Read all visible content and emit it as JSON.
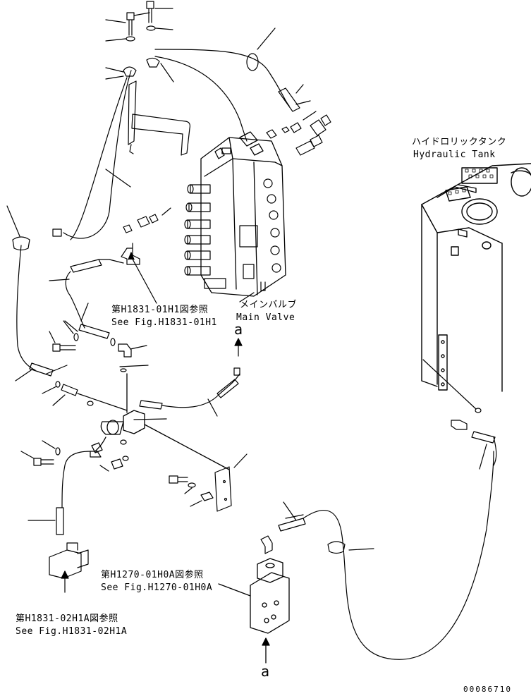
{
  "diagram": {
    "labels": {
      "ref_1831_01h1_jp": "第H1831-01H1図参照",
      "ref_1831_01h1_en": "See Fig.H1831-01H1",
      "main_valve_jp": "メインバルブ",
      "main_valve_en": "Main Valve",
      "hydraulic_tank_jp": "ハイドロリックタンク",
      "hydraulic_tank_en": "Hydraulic Tank",
      "ref_1270_jp": "第H1270-01H0A図参照",
      "ref_1270_en": "See Fig.H1270-01H0A",
      "ref_1831_02h1a_jp": "第H1831-02H1A図参照",
      "ref_1831_02h1a_en": "See Fig.H1831-02H1A",
      "marker_a_top": "a",
      "marker_a_bottom": "a",
      "drawing_number": "00086710"
    }
  }
}
